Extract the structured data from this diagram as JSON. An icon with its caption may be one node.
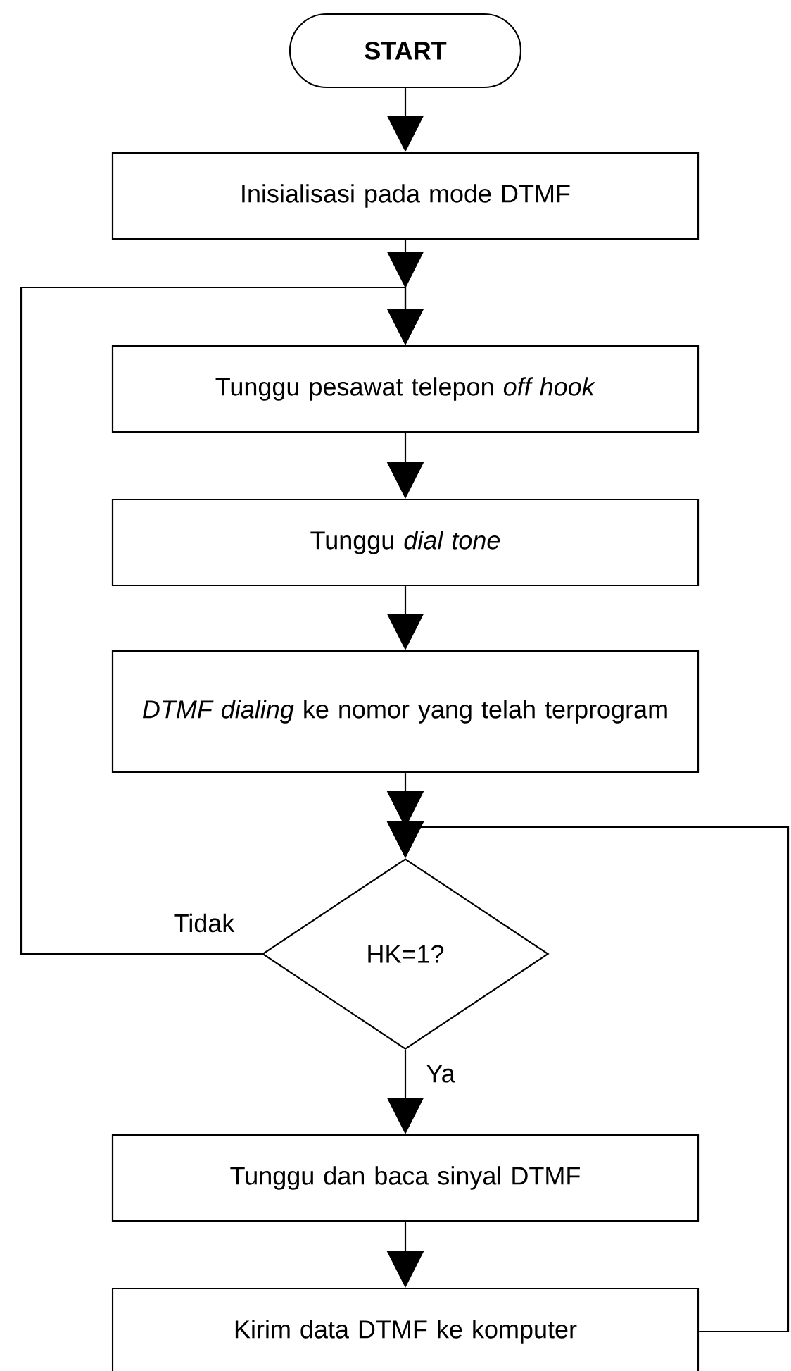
{
  "diagram": {
    "nodes": [
      {
        "text": [
          "**START**"
        ]
      },
      {
        "text": [
          "Inisialisasi pada mode DTMF"
        ]
      },
      {
        "text": [
          "Tunggu pesawat telepon *off hook*"
        ]
      },
      {
        "text": [
          "Tunggu *dial tone*"
        ]
      },
      {
        "text": [
          "*DTMF dialing* ke nomor yang telah terprogram"
        ]
      },
      {
        "text": [
          "HK=1?"
        ]
      },
      {
        "text": [
          "Tunggu dan baca sinyal DTMF"
        ]
      },
      {
        "text": [
          "Kirim data DTMF ke komputer"
        ]
      }
    ],
    "edges": [
      {
        "from": 0,
        "to": 1,
        "arrow": "to"
      },
      {
        "from": 1,
        "to": 2,
        "arrow": "to"
      },
      {
        "from": 2,
        "to": 3,
        "arrow": "to"
      },
      {
        "from": 3,
        "to": 4,
        "arrow": "to"
      },
      {
        "from": 4,
        "to": 5,
        "arrow": "to"
      },
      {
        "from": 5,
        "to": 2,
        "arrow": "to",
        "label": "Tidak"
      },
      {
        "from": 5,
        "to": 6,
        "arrow": "to",
        "label": "Ya"
      },
      {
        "from": 6,
        "to": 7,
        "arrow": "to"
      },
      {
        "from": 7,
        "to": 5,
        "arrow": "to"
      }
    ]
  }
}
